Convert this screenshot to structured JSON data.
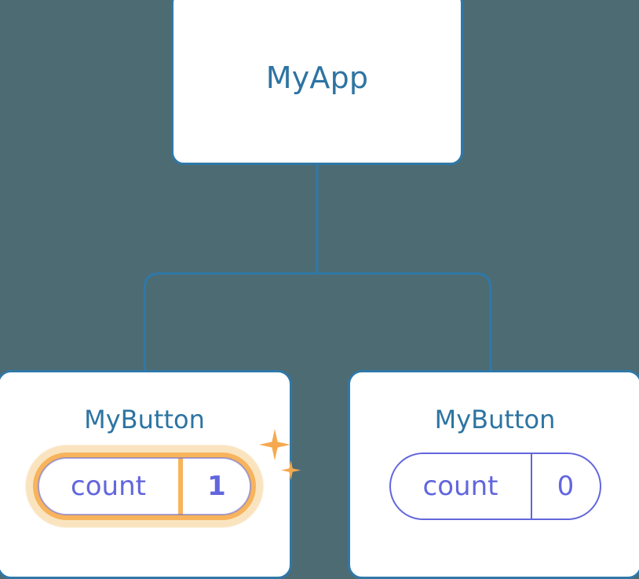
{
  "diagram": {
    "type": "component-tree",
    "background_color": "#4d6b73",
    "edge_color": "#2f78a8"
  },
  "root": {
    "title": "MyApp"
  },
  "children": [
    {
      "title": "MyButton",
      "state": {
        "key": "count",
        "value": "1"
      },
      "highlighted": true,
      "highlight_color": "#f7b45c",
      "glow_color": "#fae4c0",
      "sparkle_icons": [
        "sparkle-large-icon",
        "sparkle-small-icon"
      ]
    },
    {
      "title": "MyButton",
      "state": {
        "key": "count",
        "value": "0"
      },
      "highlighted": false,
      "outline_color": "#6266dd"
    }
  ],
  "palette": {
    "card_border": "#2f78a8",
    "card_fill": "#ffffff",
    "title_text": "#2d74a2",
    "state_text": "#6266dd",
    "accent_orange": "#f7b45c",
    "accent_orange_soft": "#fae4c0",
    "sparkle": "#f5a94e"
  }
}
